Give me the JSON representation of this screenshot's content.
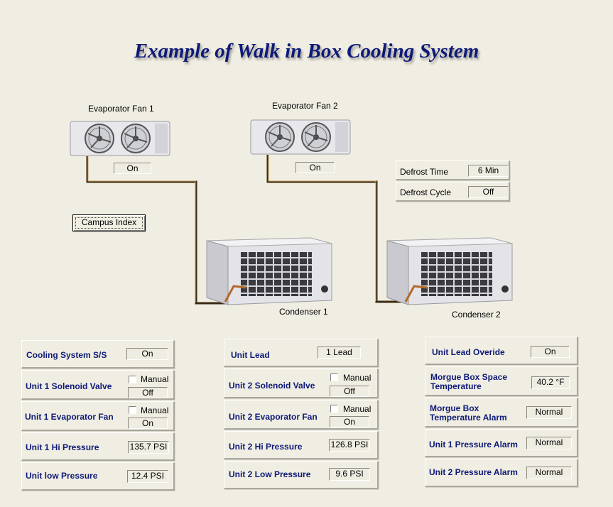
{
  "title": "Example of Walk in Box Cooling System",
  "evap1": {
    "label": "Evaporator Fan 1",
    "status": "On"
  },
  "evap2": {
    "label": "Evaporator Fan 2",
    "status": "On"
  },
  "cond1": {
    "label": "Condenser 1"
  },
  "cond2": {
    "label": "Condenser 2"
  },
  "defrost_time": {
    "label": "Defrost Time",
    "value": "6 Min"
  },
  "defrost_cycle": {
    "label": "Defrost Cycle",
    "value": "Off"
  },
  "campus_button": "Campus Index",
  "manual_label": "Manual",
  "col1": {
    "cooling": {
      "label": "Cooling System S/S",
      "value": "On"
    },
    "solenoid": {
      "label": "Unit 1 Solenoid Valve",
      "value": "Off"
    },
    "evapfan": {
      "label": "Unit 1 Evaporator Fan",
      "value": "On"
    },
    "hipressure": {
      "label": "Unit 1 Hi Pressure",
      "value": "135.7 PSI"
    },
    "lowpressure": {
      "label": "Unit low Pressure",
      "value": "12.4 PSI"
    }
  },
  "col2": {
    "lead": {
      "label": "Unit Lead",
      "value": "1 Lead"
    },
    "solenoid": {
      "label": "Unit 2 Solenoid Valve",
      "value": "Off"
    },
    "evapfan": {
      "label": "Unit 2 Evaporator Fan",
      "value": "On"
    },
    "hipressure": {
      "label": "Unit 2  Hi Pressure",
      "value": "126.8 PSI"
    },
    "lowpressure": {
      "label": "Unit 2 Low Pressure",
      "value": "9.6 PSI"
    }
  },
  "col3": {
    "override": {
      "label": "Unit Lead Overide",
      "value": "On"
    },
    "temp": {
      "label1": "Morgue Box Space",
      "label2": "Temperature",
      "value": "40.2 °F"
    },
    "tempalarm": {
      "label1": "Morgue Box",
      "label2": "Temperature Alarm",
      "value": "Normal"
    },
    "alarm1": {
      "label": "Unit 1  Pressure Alarm",
      "value": "Normal"
    },
    "alarm2": {
      "label": "Unit 2  Pressure Alarm",
      "value": "Normal"
    }
  },
  "colors": {
    "title": "#0d1a78",
    "background": "#f0ede2",
    "pipe": "#3a2a10"
  }
}
